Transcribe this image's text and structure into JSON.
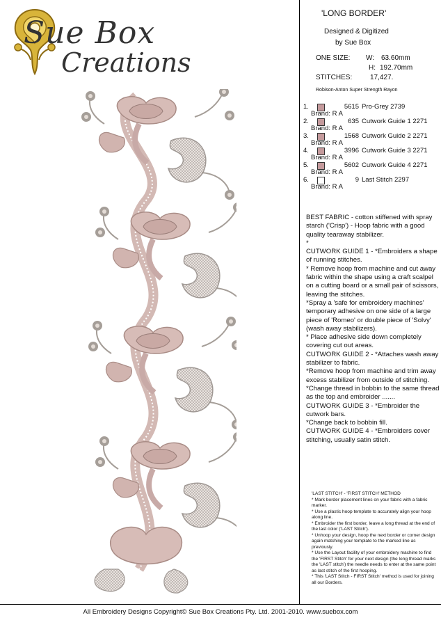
{
  "logo": {
    "line1": "Sue Box",
    "line2": "Creations"
  },
  "title": "'LONG BORDER'",
  "designed_by": [
    "Designed & Digitized",
    "by Sue Box"
  ],
  "size": {
    "label": "ONE SIZE:",
    "w_label": "W:",
    "w_value": "63.60mm",
    "h_label": "H:",
    "h_value": "192.70mm"
  },
  "stitches": {
    "label": "STITCHES:",
    "value": "17,427."
  },
  "thread_brand": "Robison-Anton Super Strength Rayon",
  "threads": [
    {
      "num": "1.",
      "code": "5615",
      "name": "Pro-Grey 2739",
      "brand": "Brand: R A",
      "color": "#c49a9c"
    },
    {
      "num": "2.",
      "code": "635",
      "name": "Cutwork Guide 1 2271",
      "brand": "Brand: R A",
      "color": "#c49a9c"
    },
    {
      "num": "3.",
      "code": "1568",
      "name": "Cutwork Guide 2 2271",
      "brand": "Brand: R A",
      "color": "#c49a9c"
    },
    {
      "num": "4.",
      "code": "3996",
      "name": "Cutwork Guide 3 2271",
      "brand": "Brand: R A",
      "color": "#c49a9c"
    },
    {
      "num": "5.",
      "code": "5602",
      "name": "Cutwork Guide 4 2271",
      "brand": "Brand: R A",
      "color": "#c49a9c"
    },
    {
      "num": "6.",
      "code": "9",
      "name": "Last Stitch 2297",
      "brand": "Brand: R A",
      "color": "#ffffff"
    }
  ],
  "notes": [
    "BEST FABRIC - cotton stiffened with spray starch ('Crisp') - Hoop fabric with a good quality tearaway stabilizer.",
    "*",
    "CUTWORK GUIDE 1 -  *Embroiders a shape of running stitches.",
    "* Remove hoop from machine and cut away fabric within the shape using a craft scalpel on a cutting board or a small pair of scissors, leaving the stitches.",
    "*Spray a 'safe for embroidery machines' temporary adhesive on one side of a large piece of 'Romeo' or double piece of 'Solvy' (wash away stabilizers).",
    "* Place adhesive side down completely covering cut out areas.",
    "CUTWORK GUIDE 2 - *Attaches wash away stabilizer to fabric.",
    "*Remove hoop from machine and trim away excess stabilizer from outside of stitching.",
    "*Change thread in bobbin to the same thread as the top and embroider .......",
    "CUTWORK GUIDE 3 - *Embroider the cutwork bars.",
    "*Change back to bobbin fill.",
    "CUTWORK GUIDE 4 - *Embroiders cover stitching, usually satin stitch."
  ],
  "method_title": "'LAST STITCH' - 'FIRST STITCH' METHOD",
  "method": [
    "* Mark border placement lines on your fabric with a fabric marker.",
    "* Use a plastic hoop template to accurately align your hoop along line.",
    "* Embroider the first border, leave a long thread at the end of the last color ('LAST Stitch').",
    "* Unhoop your design, hoop the next border or corner design again matching your template to the marked line as previously.",
    "* Use the Layout facility of your embroidery machine to find the 'FIRST Stitch' for your next design (the long thread marks the 'LAST stitch') the needle needs to enter at the same point as last stitch of the first hooping.",
    "* This 'LAST Stitch - FIRST Stitch' method is used for joining all our Borders."
  ],
  "footer": "All Embroidery Designs Copyright© Sue Box Creations Pty. Ltd. 2001-2010. www.suebox.com",
  "colors": {
    "embroidery": "#c8aaa7",
    "grey": "#9a938f",
    "gold": "#c9a227"
  }
}
